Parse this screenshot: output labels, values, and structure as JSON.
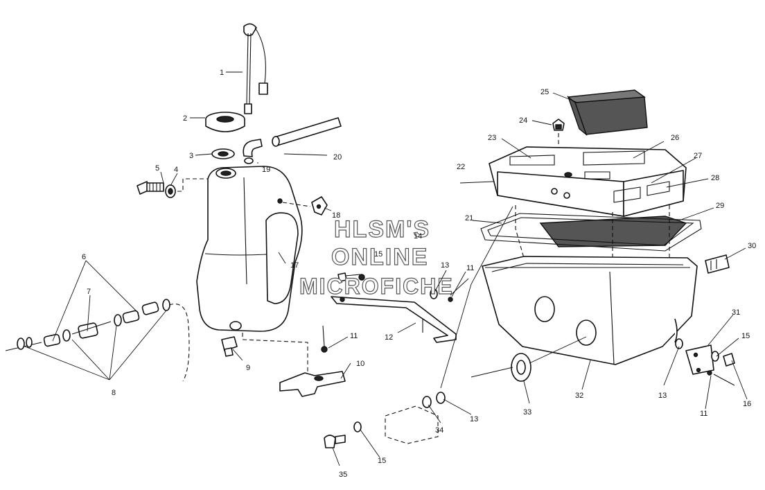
{
  "watermark": {
    "line1": "HLSM'S",
    "line2": "ONLINE",
    "line3": "MICROFICHE"
  },
  "callouts": [
    {
      "id": "1",
      "label": "1"
    },
    {
      "id": "2",
      "label": "2"
    },
    {
      "id": "3",
      "label": "3"
    },
    {
      "id": "4",
      "label": "4"
    },
    {
      "id": "5",
      "label": "5"
    },
    {
      "id": "6",
      "label": "6"
    },
    {
      "id": "7",
      "label": "7"
    },
    {
      "id": "8",
      "label": "8"
    },
    {
      "id": "9",
      "label": "9"
    },
    {
      "id": "10",
      "label": "10"
    },
    {
      "id": "11a",
      "label": "11"
    },
    {
      "id": "11b",
      "label": "11"
    },
    {
      "id": "11c",
      "label": "11"
    },
    {
      "id": "12",
      "label": "12"
    },
    {
      "id": "13a",
      "label": "13"
    },
    {
      "id": "13b",
      "label": "13"
    },
    {
      "id": "13c",
      "label": "13"
    },
    {
      "id": "14",
      "label": "14"
    },
    {
      "id": "15a",
      "label": "15"
    },
    {
      "id": "15b",
      "label": "15"
    },
    {
      "id": "15c",
      "label": "15"
    },
    {
      "id": "16",
      "label": "16"
    },
    {
      "id": "17",
      "label": "17"
    },
    {
      "id": "18",
      "label": "18"
    },
    {
      "id": "19",
      "label": "19"
    },
    {
      "id": "20",
      "label": "20"
    },
    {
      "id": "21",
      "label": "21"
    },
    {
      "id": "22",
      "label": "22"
    },
    {
      "id": "23",
      "label": "23"
    },
    {
      "id": "24",
      "label": "24"
    },
    {
      "id": "25",
      "label": "25"
    },
    {
      "id": "26",
      "label": "26"
    },
    {
      "id": "27",
      "label": "27"
    },
    {
      "id": "28",
      "label": "28"
    },
    {
      "id": "29",
      "label": "29"
    },
    {
      "id": "30",
      "label": "30"
    },
    {
      "id": "31",
      "label": "31"
    },
    {
      "id": "32",
      "label": "32"
    },
    {
      "id": "33",
      "label": "33"
    },
    {
      "id": "34",
      "label": "34"
    },
    {
      "id": "35",
      "label": "35"
    }
  ]
}
